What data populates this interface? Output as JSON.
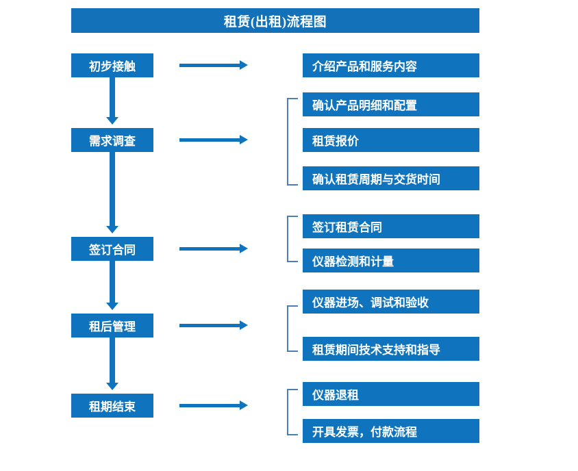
{
  "title": "租赁(出租)流程图",
  "theme": {
    "box_fill": "#0f74bd",
    "title_fill": "#1271b8",
    "arrow_color": "#0f74bd",
    "bracket_color": "#4a7fb5",
    "text_color": "#ffffff",
    "background": "#ffffff"
  },
  "stages": [
    {
      "label": "初步接触"
    },
    {
      "label": "需求调查"
    },
    {
      "label": "签订合同"
    },
    {
      "label": "租后管理"
    },
    {
      "label": "租期结束"
    }
  ],
  "details": [
    {
      "label": "介绍产品和服务内容"
    },
    {
      "label": "确认产品明细和配置"
    },
    {
      "label": "租赁报价"
    },
    {
      "label": "确认租赁周期与交货时间"
    },
    {
      "label": "签订租赁合同"
    },
    {
      "label": "仪器检测和计量"
    },
    {
      "label": "仪器进场、调试和验收"
    },
    {
      "label": "租赁期间技术支持和指导"
    },
    {
      "label": "仪器退租"
    },
    {
      "label": "开具发票，付款流程"
    }
  ],
  "flow": {
    "stage_to_detail_arrows": 5,
    "stage_to_stage_arrows": 4,
    "group_brackets": 4
  }
}
